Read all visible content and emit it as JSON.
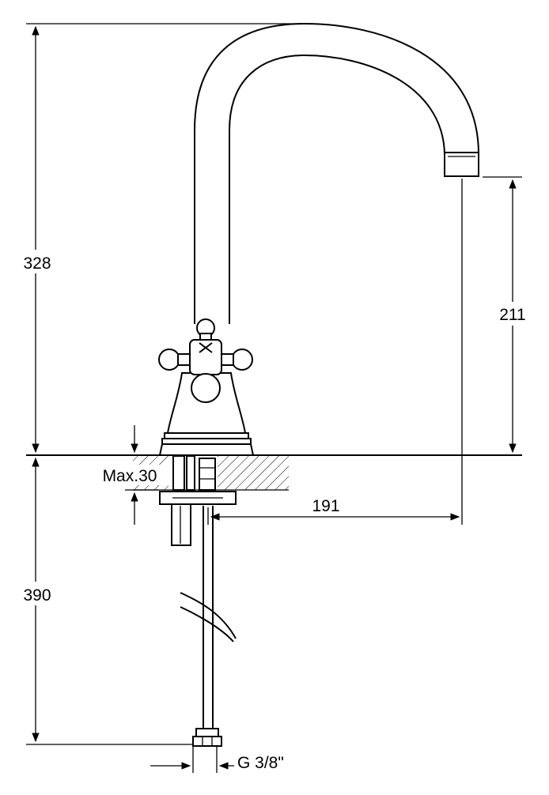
{
  "drawing": {
    "dimensions": {
      "height_above_deck": "328",
      "spout_outlet_height": "211",
      "max_deck_thickness": "Max.30",
      "spout_reach": "191",
      "hose_length": "390",
      "connection_thread": "G 3/8\""
    },
    "colors": {
      "ink": "#000000",
      "paper": "#ffffff"
    }
  }
}
